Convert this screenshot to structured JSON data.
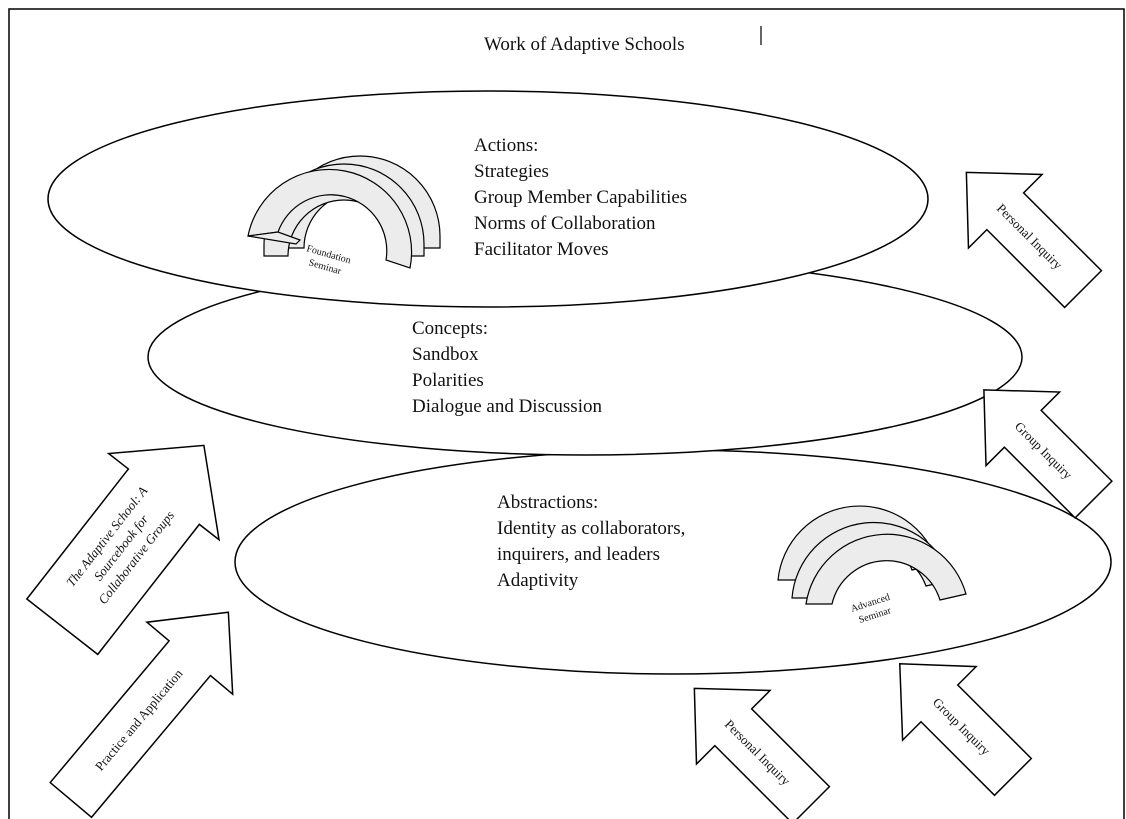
{
  "title": "Work of Adaptive Schools",
  "actions": {
    "heading": "Actions:",
    "items": [
      "Strategies",
      "Group Member Capabilities",
      "Norms of Collaboration",
      "Facilitator Moves"
    ]
  },
  "concepts": {
    "heading": "Concepts:",
    "items": [
      "Sandbox",
      "Polarities",
      "Dialogue and Discussion"
    ]
  },
  "abstractions": {
    "heading": "Abstractions:",
    "items": [
      "Identity as collaborators,",
      "inquirers, and leaders",
      "Adaptivity"
    ]
  },
  "arches": {
    "foundation": [
      "Foundation",
      "Seminar"
    ],
    "advanced": [
      "Advanced",
      "Seminar"
    ]
  },
  "arrows": {
    "personal_inquiry_top": "Personal Inquiry",
    "group_inquiry_right": "Group Inquiry",
    "sourcebook": [
      "The Adaptive School: A",
      "Sourcebook for",
      "Collaborative Groups"
    ],
    "practice": "Practice and Application",
    "personal_inquiry_bottom": "Personal Inquiry",
    "group_inquiry_bottom": "Group Inquiry"
  }
}
